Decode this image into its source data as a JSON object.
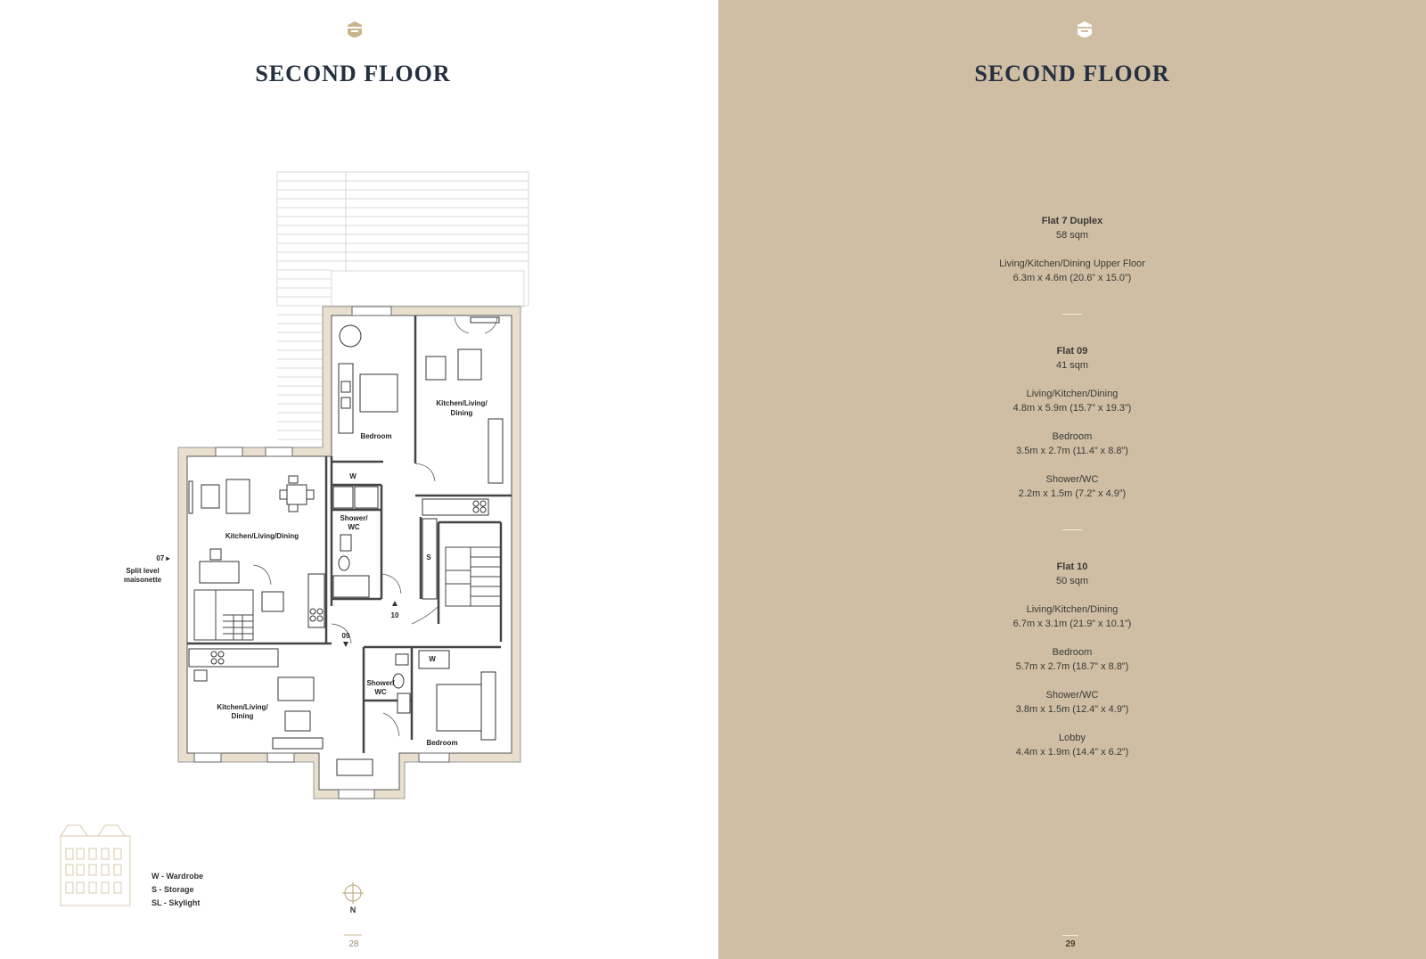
{
  "left_page": {
    "heading": "SECOND FLOOR",
    "crest_icon": "house-crest-icon",
    "rooms": {
      "kld_top_right": [
        "Kitchen/Living/",
        "Dining"
      ],
      "bedroom_top": "Bedroom",
      "wardrobe_top": "W",
      "shower_top": [
        "Shower/",
        "WC"
      ],
      "kld_left": "Kitchen/Living/Dining",
      "storage": "S",
      "marker_10": "10",
      "marker_09": "09",
      "marker_07": "07 ▸",
      "split_level": [
        "Split level",
        "maisonette"
      ],
      "kld_bottom": [
        "Kitchen/Living/",
        "Dining"
      ],
      "shower_bottom": [
        "Shower/",
        "WC"
      ],
      "wardrobe_bottom": "W",
      "bedroom_bottom": "Bedroom"
    },
    "legend": [
      "W - Wardrobe",
      "S - Storage",
      "SL - Skylight"
    ],
    "compass_label": "N",
    "page_number": "28"
  },
  "right_page": {
    "heading": "SECOND FLOOR",
    "crest_icon": "house-crest-icon",
    "flats": [
      {
        "name": "Flat 7 Duplex",
        "area": "58 sqm",
        "rooms": [
          {
            "name": "Living/Kitchen/Dining Upper Floor",
            "size": "6.3m x 4.6m (20.6” x 15.0”)"
          }
        ]
      },
      {
        "name": "Flat 09",
        "area": "41 sqm",
        "rooms": [
          {
            "name": "Living/Kitchen/Dining",
            "size": "4.8m x 5.9m (15.7” x 19.3”)"
          },
          {
            "name": "Bedroom",
            "size": "3.5m x 2.7m (11.4” x 8.8”)"
          },
          {
            "name": "Shower/WC",
            "size": "2.2m x 1.5m (7.2” x 4.9”)"
          }
        ]
      },
      {
        "name": "Flat 10",
        "area": "50 sqm",
        "rooms": [
          {
            "name": "Living/Kitchen/Dining",
            "size": "6.7m x 3.1m (21.9” x 10.1”)"
          },
          {
            "name": "Bedroom",
            "size": "5.7m x 2.7m (18.7” x 8.8”)"
          },
          {
            "name": "Shower/WC",
            "size": "3.8m x 1.5m (12.4” x 4.9”)"
          },
          {
            "name": "Lobby",
            "size": "4.4m x 1.9m (14.4” x 6.2”)"
          }
        ]
      }
    ],
    "page_number": "29"
  },
  "colors": {
    "right_background": "#cfbea3",
    "heading": "#24303f",
    "wall": "#e8dfcf",
    "crest_left": "#c9b48e",
    "crest_right": "#ffffff"
  }
}
